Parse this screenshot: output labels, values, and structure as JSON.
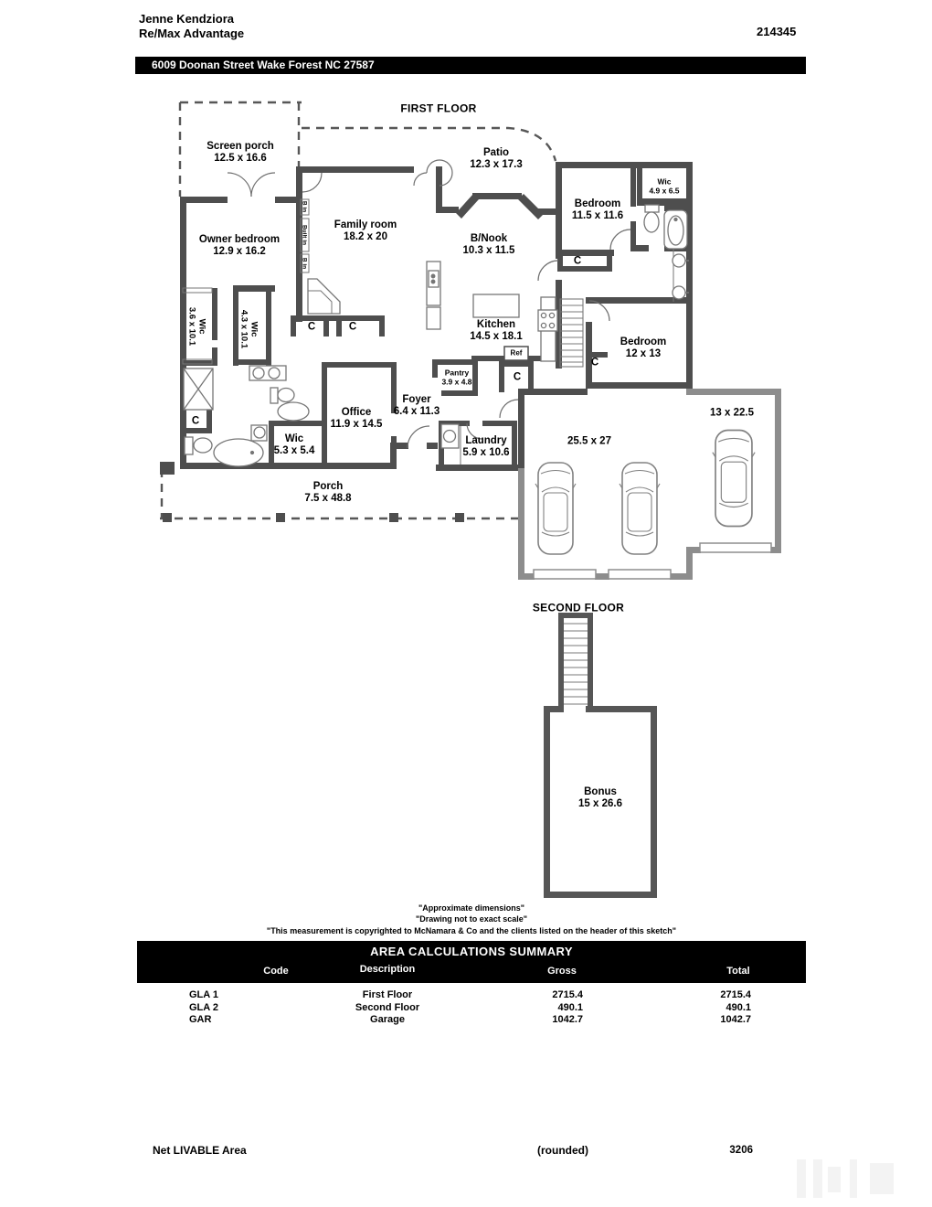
{
  "header": {
    "agent_line1": "Jenne Kendziora",
    "agent_line2": "Re/Max Advantage",
    "file_number": "214345",
    "address_bar": "6009 Doonan Street Wake Forest NC 27587"
  },
  "first_floor": {
    "title": "FIRST FLOOR",
    "rooms": {
      "screen_porch": {
        "name": "Screen porch",
        "dims": "12.5 x 16.6"
      },
      "patio": {
        "name": "Patio",
        "dims": "12.3 x 17.3"
      },
      "owner_bedroom": {
        "name": "Owner bedroom",
        "dims": "12.9 x 16.2"
      },
      "family_room": {
        "name": "Family room",
        "dims": "18.2 x 20"
      },
      "breakfast_nook": {
        "name": "B/Nook",
        "dims": "10.3 x 11.5"
      },
      "bedroom_upper": {
        "name": "Bedroom",
        "dims": "11.5 x 11.6"
      },
      "wic_small": {
        "name": "Wic",
        "dims": "4.9 x 6.5"
      },
      "kitchen": {
        "name": "Kitchen",
        "dims": "14.5 x 18.1"
      },
      "pantry": {
        "name": "Pantry",
        "dims": "3.9 x 4.8"
      },
      "foyer": {
        "name": "Foyer",
        "dims": "6.4 x 11.3"
      },
      "office": {
        "name": "Office",
        "dims": "11.9 x 14.5"
      },
      "wic_left": {
        "name": "Wic",
        "dims": "3.6 x 10.1"
      },
      "wic_mid": {
        "name": "Wic",
        "dims": "4.3 x 10.1"
      },
      "wic_bath": {
        "name": "Wic",
        "dims": "5.3 x 5.4"
      },
      "laundry": {
        "name": "Laundry",
        "dims": "5.9 x 10.6"
      },
      "bedroom_right": {
        "name": "Bedroom",
        "dims": "12 x 13"
      },
      "garage": {
        "dims": "25.5 x 27"
      },
      "garage_bay": {
        "dims": "13 x 22.5"
      },
      "porch": {
        "name": "Porch",
        "dims": "7.5 x 48.8"
      }
    },
    "annotations": {
      "closet": "C",
      "ref": "Ref",
      "built_in_a": "B in",
      "built_in_b": "Built in",
      "built_in_c": "B in"
    }
  },
  "second_floor": {
    "title": "SECOND FLOOR",
    "rooms": {
      "bonus": {
        "name": "Bonus",
        "dims": "15 x 26.6"
      }
    }
  },
  "disclaimer": {
    "line1": "\"Approximate dimensions\"",
    "line2": "\"Drawing not to exact scale\"",
    "line3": "\"This measurement is copyrighted to McNamara & Co and the clients listed on the header of this sketch\""
  },
  "summary_table": {
    "title": "AREA CALCULATIONS SUMMARY",
    "columns": [
      "Code",
      "Description",
      "Gross",
      "Total"
    ],
    "rows": [
      [
        "GLA 1",
        "First Floor",
        "2715.4",
        "2715.4"
      ],
      [
        "GLA 2",
        "Second Floor",
        "490.1",
        "490.1"
      ],
      [
        "GAR",
        "Garage",
        "1042.7",
        "1042.7"
      ]
    ]
  },
  "footer": {
    "label": "Net LIVABLE Area",
    "note": "(rounded)",
    "value": "3206"
  },
  "colors": {
    "wall_dark": "#4e4e4e",
    "wall_garage": "#8d8d8d",
    "fixture_stroke": "#767676",
    "dashed_line": "#575757",
    "bar_background": "#000000",
    "bar_text": "#ffffff"
  }
}
